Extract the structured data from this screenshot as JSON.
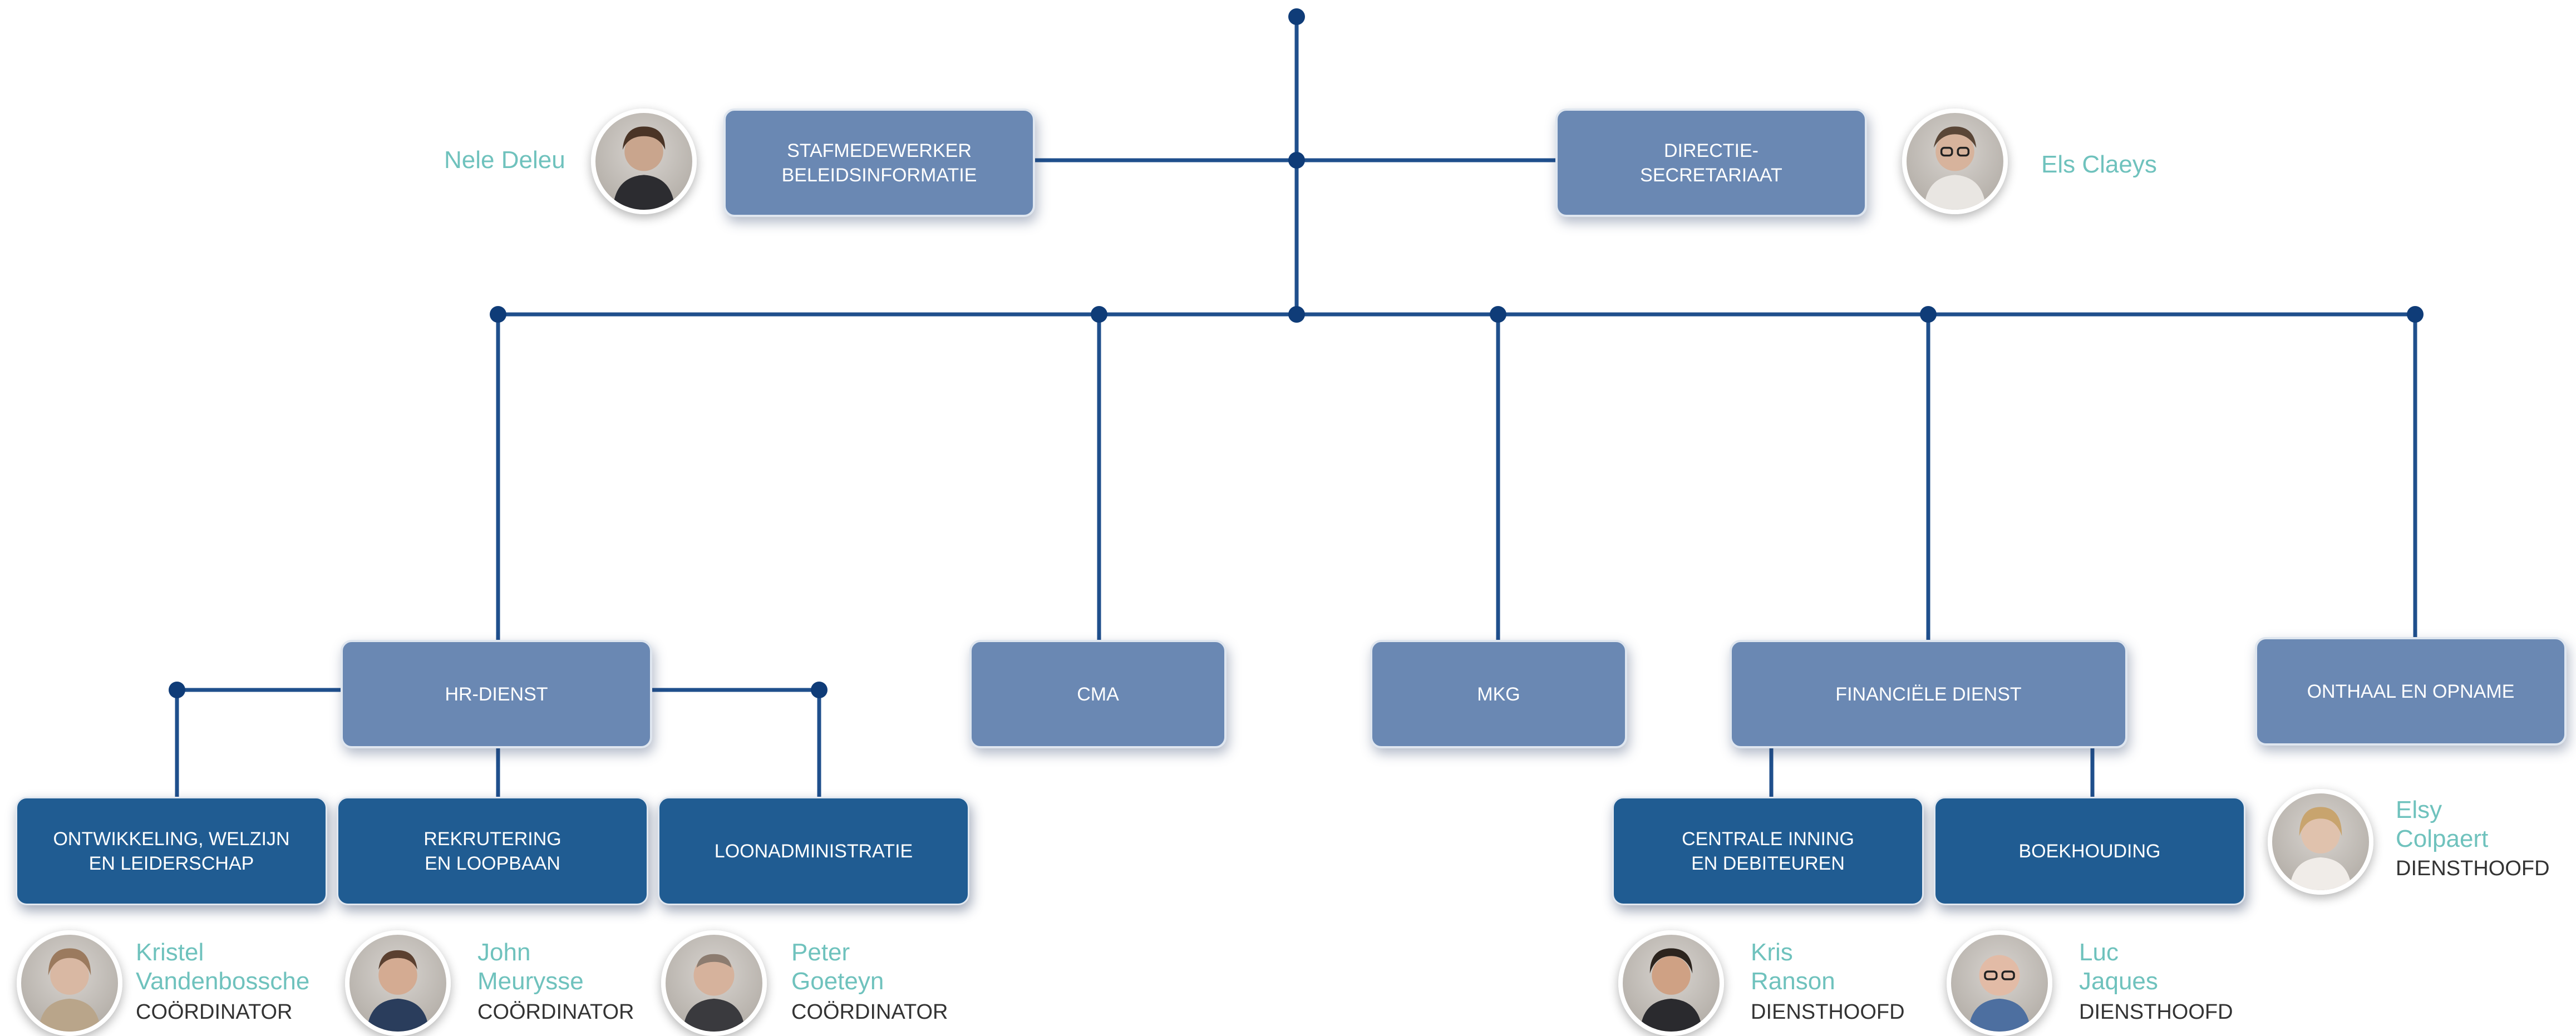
{
  "colors": {
    "line": "#1f4f8c",
    "dot": "#0f3c78",
    "light_box": "#6a88b3",
    "dark_box": "#205c92",
    "name": "#6fc2bd",
    "role": "#333333"
  },
  "top": {
    "staff": "STAFMEDEWERKER\nBELEIDSINFORMATIE",
    "directie": "DIRECTIE-\nSECRETARIAAT"
  },
  "departments": {
    "hr": "HR-DIENST",
    "cma": "CMA",
    "mkg": "MKG",
    "fin": "FINANCIËLE DIENST",
    "onthaal": "ONTHAAL EN OPNAME"
  },
  "subunits": {
    "ontwikkeling": "ONTWIKKELING, WELZIJN\nEN LEIDERSCHAP",
    "rekrutering": "REKRUTERING\nEN LOOPBAAN",
    "loon": "LOONADMINISTRATIE",
    "inning": "CENTRALE INNING\nEN DEBITEUREN",
    "boekhouding": "BOEKHOUDING"
  },
  "people": {
    "nele": {
      "name": "Nele Deleu",
      "icon": "person-avatar-icon"
    },
    "els": {
      "name": "Els Claeys",
      "icon": "person-avatar-icon"
    },
    "elsy": {
      "name": "Elsy\nColpaert",
      "role": "DIENSTHOOFD",
      "icon": "person-avatar-icon"
    },
    "kristel": {
      "name": "Kristel\nVandenbossche",
      "role": "COÖRDINATOR",
      "icon": "person-avatar-icon"
    },
    "john": {
      "name": "John\nMeurysse",
      "role": "COÖRDINATOR",
      "icon": "person-avatar-icon"
    },
    "peter": {
      "name": "Peter\nGoeteyn",
      "role": "COÖRDINATOR",
      "icon": "person-avatar-icon"
    },
    "kris": {
      "name": "Kris\nRanson",
      "role": "DIENSTHOOFD",
      "icon": "person-avatar-icon"
    },
    "luc": {
      "name": "Luc\nJaques",
      "role": "DIENSTHOOFD",
      "icon": "person-avatar-icon"
    }
  }
}
